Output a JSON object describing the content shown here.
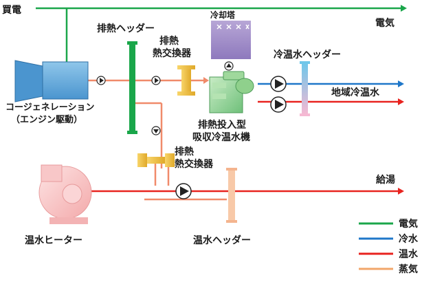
{
  "labels": {
    "purchased_power": "買電",
    "electricity_out": "電気",
    "exhaust_header": "排熱ヘッダー",
    "cooling_tower": "冷却塔",
    "hx1_line1": "排熱",
    "hx1_line2": "熱交換器",
    "chw_header": "冷温水ヘッダー",
    "district_chw": "地域冷温水",
    "cogen_line1": "コージェネレーション",
    "cogen_line2": "（エンジン駆動）",
    "absorption_line1": "排熱投入型",
    "absorption_line2": "吸収冷温水機",
    "hx2_line1": "排熱",
    "hx2_line2": "熱交換器",
    "hot_water_supply": "給湯",
    "water_heater": "温水ヒーター",
    "hot_water_header": "温水ヘッダー"
  },
  "legend": [
    {
      "label": "電気",
      "color": "#1aa64a"
    },
    {
      "label": "冷水",
      "color": "#1f77c9"
    },
    {
      "label": "温水",
      "color": "#e8231f"
    },
    {
      "label": "蒸気",
      "color": "#f2a66a"
    }
  ],
  "colors": {
    "electricity": "#1aa64a",
    "cold_water": "#1f77c9",
    "hot_water": "#e8231f",
    "steam": "#f2a66a"
  }
}
